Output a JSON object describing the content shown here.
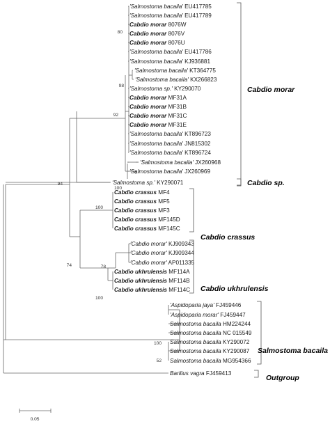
{
  "taxa": [
    {
      "italic": "'Salmostoma bacaila'",
      "bold": "",
      "acc": " EU417785"
    },
    {
      "italic": "'Salmostoma bacaila'",
      "bold": "",
      "acc": " EU417789"
    },
    {
      "italic": "",
      "bold": "Cabdio morar",
      "acc": " 8076W"
    },
    {
      "italic": "",
      "bold": "Cabdio morar",
      "acc": " 8076V"
    },
    {
      "italic": "",
      "bold": "Cabdio morar",
      "acc": " 8076U"
    },
    {
      "italic": "'Salmostoma bacaila'",
      "bold": "",
      "acc": " EU417786"
    },
    {
      "italic": "'Salmostoma bacaila'",
      "bold": "",
      "acc": " KJ936881"
    },
    {
      "italic": "'Salmostoma bacaila'",
      "bold": "",
      "acc": " KT364775"
    },
    {
      "italic": "'Salmostoma bacaila'",
      "bold": "",
      "acc": " KX266823"
    },
    {
      "italic": "'Salmostoma sp.'",
      "bold": "",
      "acc": " KY290070"
    },
    {
      "italic": "",
      "bold": "Cabdio morar",
      "acc": " MF31A"
    },
    {
      "italic": "",
      "bold": "Cabdio morar",
      "acc": " MF31B"
    },
    {
      "italic": "",
      "bold": "Cabdio morar",
      "acc": " MF31C"
    },
    {
      "italic": "",
      "bold": "Cabdio morar",
      "acc": " MF31E"
    },
    {
      "italic": "'Salmostoma bacaila'",
      "bold": "",
      "acc": " KT896723"
    },
    {
      "italic": "'Salmostoma bacaila'",
      "bold": "",
      "acc": " JN815302"
    },
    {
      "italic": "'Salmostoma bacaila'",
      "bold": "",
      "acc": " KT896724"
    },
    {
      "italic": "'Salmostoma bacaila'",
      "bold": "",
      "acc": " JX260968"
    },
    {
      "italic": "'Salmostoma bacaila'",
      "bold": "",
      "acc": " JX260969"
    },
    {
      "italic": "'Salmostoma sp.'",
      "bold": "",
      "acc": " KY290071"
    },
    {
      "italic": "",
      "bold": "Cabdio crassus",
      "acc": " MF4"
    },
    {
      "italic": "",
      "bold": "Cabdio crassus",
      "acc": " MF5"
    },
    {
      "italic": "",
      "bold": "Cabdio crassus",
      "acc": " MF3"
    },
    {
      "italic": "",
      "bold": "Cabdio crassus",
      "acc": " MF145D"
    },
    {
      "italic": "",
      "bold": "Cabdio crassus",
      "acc": " MF145C"
    },
    {
      "italic": "'Cabdio morar'",
      "bold": "",
      "acc": " KJ909343"
    },
    {
      "italic": "'Cabdio morar'",
      "bold": "",
      "acc": " KJ909344"
    },
    {
      "italic": "'Cabdio morar'",
      "bold": "",
      "acc": " AP011335"
    },
    {
      "italic": "",
      "bold": "Cabdio ukhrulensis",
      "acc": " MF114A"
    },
    {
      "italic": "",
      "bold": "Cabdio ukhrulensis",
      "acc": " MF114B"
    },
    {
      "italic": "",
      "bold": "Cabdio ukhrulensis",
      "acc": " MF114C"
    },
    {
      "italic": "'Aspidoparia jaya'",
      "bold": "",
      "acc": " FJ459446"
    },
    {
      "italic": "'Aspidoparia morar'",
      "bold": "",
      "acc": " FJ459447"
    },
    {
      "italic": "Salmostoma bacaila",
      "bold": "",
      "acc": " HM224244"
    },
    {
      "italic": "Salmostoma bacaila",
      "bold": "",
      "acc": " NC 015549"
    },
    {
      "italic": "Salmostoma bacaila",
      "bold": "",
      "acc": " KY290072"
    },
    {
      "italic": "Salmostoma bacaila",
      "bold": "",
      "acc": " KY290087"
    },
    {
      "italic": "Salmostoma bacaila",
      "bold": "",
      "acc": " MG954366"
    },
    {
      "italic": "Barilius vagra",
      "bold": "",
      "acc": " FJ459413"
    }
  ],
  "bootstrap": [
    "80",
    "98",
    "92",
    "100",
    "94",
    "100",
    "78",
    "100",
    "74",
    "100",
    "52"
  ],
  "clades": [
    {
      "label": "Cabdio morar"
    },
    {
      "label": "Cabdio sp."
    },
    {
      "label": "Cabdio crassus"
    },
    {
      "label": "Cabdio ukhrulensis"
    },
    {
      "label": "Salmostoma bacaila"
    },
    {
      "label": "Outgroup"
    }
  ],
  "scale_bar": {
    "label": "0.05"
  }
}
